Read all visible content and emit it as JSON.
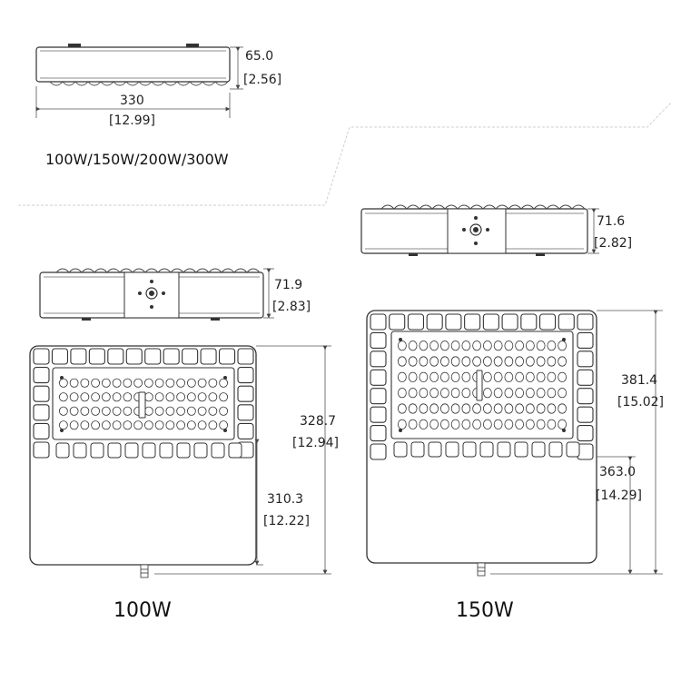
{
  "top_view": {
    "height_mm": "65.0",
    "height_in": "[2.56]",
    "width_mm": "330",
    "width_in": "[12.99]"
  },
  "models_label": "100W/150W/200W/300W",
  "model_100w": {
    "title": "100W",
    "side_height_mm": "71.9",
    "side_height_in": "[2.83]",
    "total_length_mm": "328.7",
    "total_length_in": "[12.94]",
    "body_length_mm": "310.3",
    "body_length_in": "[12.22]"
  },
  "model_150w": {
    "title": "150W",
    "side_height_mm": "71.6",
    "side_height_in": "[2.82]",
    "total_length_mm": "381.4",
    "total_length_in": "[15.02]",
    "body_length_mm": "363.0",
    "body_length_in": "[14.29]"
  },
  "colors": {
    "line": "#333333",
    "dim": "#555555"
  }
}
